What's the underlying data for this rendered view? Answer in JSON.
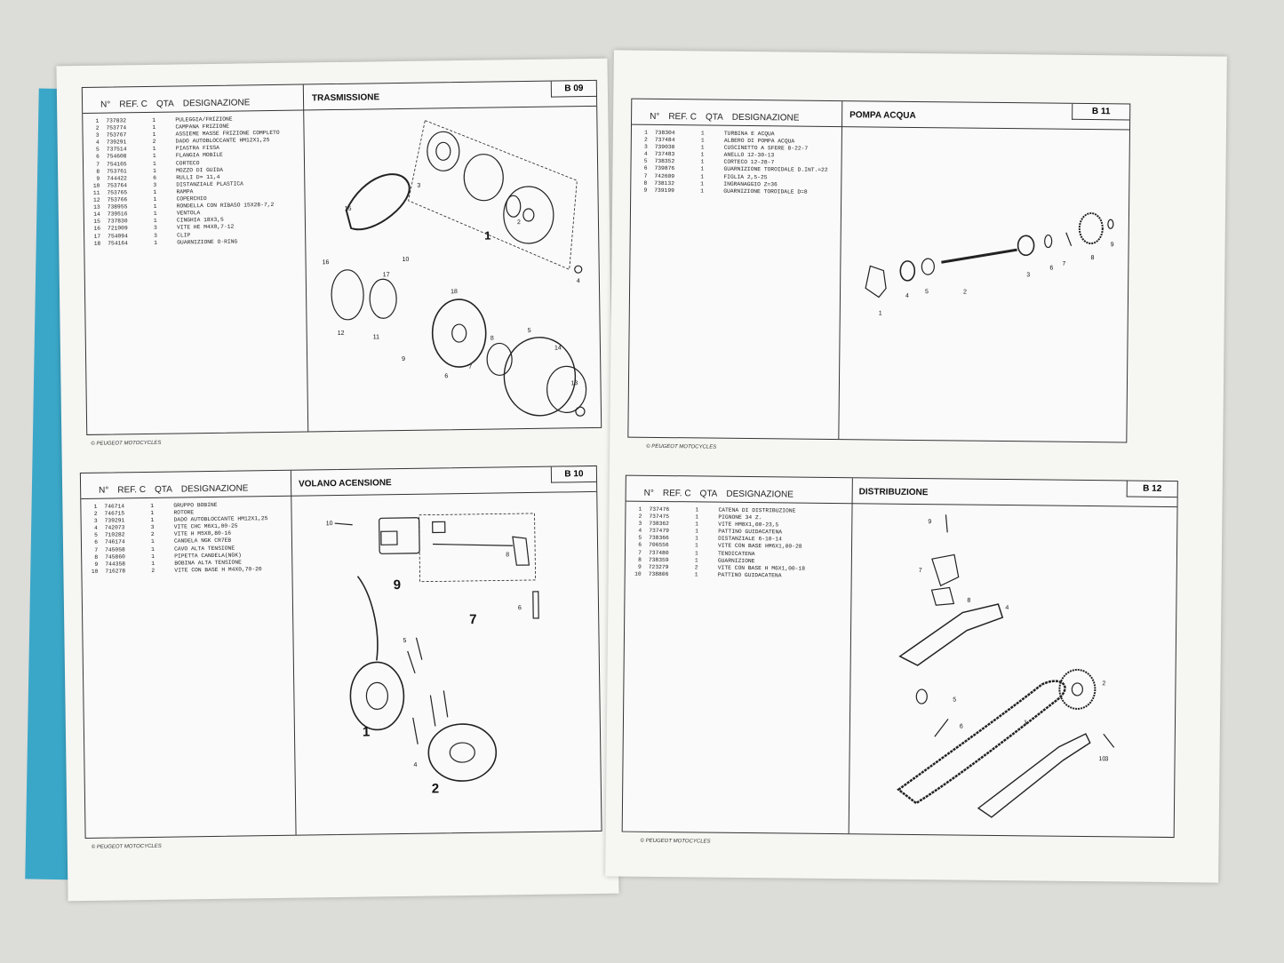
{
  "panels": [
    {
      "id": "b09",
      "title": "TRASMISSIONE",
      "code": "B 09",
      "headers": [
        "N°",
        "REF. C",
        "QTA",
        "DESIGNAZIONE"
      ],
      "footer": "© PEUGEOT MOTOCYCLES",
      "items": [
        {
          "n": "1",
          "ref": "737832",
          "qta": "1",
          "desc": "PULEGGIA/FRIZIONE"
        },
        {
          "n": "2",
          "ref": "753774",
          "qta": "1",
          "desc": "CAMPANA FRIZIONE"
        },
        {
          "n": "3",
          "ref": "753767",
          "qta": "1",
          "desc": "ASSIEME MASSE FRIZIONE COMPLETO"
        },
        {
          "n": "4",
          "ref": "739291",
          "qta": "2",
          "desc": "DADO AUTOBLOCCANTE HM12X1,25"
        },
        {
          "n": "5",
          "ref": "737514",
          "qta": "1",
          "desc": "PIASTRA FISSA"
        },
        {
          "n": "6",
          "ref": "754608",
          "qta": "1",
          "desc": "FLANGIA MOBILE"
        },
        {
          "n": "7",
          "ref": "754165",
          "qta": "1",
          "desc": "CORTECO"
        },
        {
          "n": "8",
          "ref": "753761",
          "qta": "1",
          "desc": "MOZZO DI GUIDA"
        },
        {
          "n": "9",
          "ref": "744422",
          "qta": "6",
          "desc": "RULLI D= 11,4"
        },
        {
          "n": "10",
          "ref": "753764",
          "qta": "3",
          "desc": "DISTANZIALE PLASTICA"
        },
        {
          "n": "11",
          "ref": "753765",
          "qta": "1",
          "desc": "RAMPA"
        },
        {
          "n": "12",
          "ref": "753766",
          "qta": "1",
          "desc": "COPERCHIO"
        },
        {
          "n": "13",
          "ref": "738955",
          "qta": "1",
          "desc": "RONDELLA CON RIBASO 15X28-7,2"
        },
        {
          "n": "14",
          "ref": "739516",
          "qta": "1",
          "desc": "VENTOLA"
        },
        {
          "n": "15",
          "ref": "737830",
          "qta": "1",
          "desc": "CINGHIA 18X3,5"
        },
        {
          "n": "16",
          "ref": "721009",
          "qta": "3",
          "desc": "VITE HE M4X0,7-12"
        },
        {
          "n": "17",
          "ref": "754094",
          "qta": "3",
          "desc": "CLIP"
        },
        {
          "n": "18",
          "ref": "754164",
          "qta": "1",
          "desc": "GUARNIZIONE O-RING"
        }
      ]
    },
    {
      "id": "b10",
      "title": "VOLANO ACENSIONE",
      "code": "B 10",
      "headers": [
        "N°",
        "REF. C",
        "QTA",
        "DESIGNAZIONE"
      ],
      "footer": "© PEUGEOT MOTOCYCLES",
      "items": [
        {
          "n": "1",
          "ref": "746714",
          "qta": "1",
          "desc": "GRUPPO BOBINE"
        },
        {
          "n": "2",
          "ref": "746715",
          "qta": "1",
          "desc": "ROTORE"
        },
        {
          "n": "3",
          "ref": "739291",
          "qta": "1",
          "desc": "DADO AUTOBLOCCANTE HM12X1,25"
        },
        {
          "n": "4",
          "ref": "742073",
          "qta": "3",
          "desc": "VITE CHC M6X1,00-25"
        },
        {
          "n": "5",
          "ref": "710282",
          "qta": "2",
          "desc": "VITE H M5X0,80-16"
        },
        {
          "n": "6",
          "ref": "746174",
          "qta": "1",
          "desc": "CANDELA NGK CR7EB"
        },
        {
          "n": "7",
          "ref": "745058",
          "qta": "1",
          "desc": "CAVO ALTA TENSIONE"
        },
        {
          "n": "8",
          "ref": "745860",
          "qta": "1",
          "desc": "PIPETTA CANDELA(NGK)"
        },
        {
          "n": "9",
          "ref": "744358",
          "qta": "1",
          "desc": "BOBINA ALTA TENSIONE"
        },
        {
          "n": "10",
          "ref": "716278",
          "qta": "2",
          "desc": "VITE CON BASE H M4X0,70-20"
        }
      ]
    },
    {
      "id": "b11",
      "title": "POMPA ACQUA",
      "code": "B 11",
      "headers": [
        "N°",
        "REF. C",
        "QTA",
        "DESIGNAZIONE"
      ],
      "footer": "© PEUGEOT MOTOCYCLES",
      "items": [
        {
          "n": "1",
          "ref": "738304",
          "qta": "1",
          "desc": "TURBINA E ACQUA"
        },
        {
          "n": "2",
          "ref": "737484",
          "qta": "1",
          "desc": "ALBERO DI POMPA ACQUA"
        },
        {
          "n": "3",
          "ref": "739030",
          "qta": "1",
          "desc": "CUSCINETTO A SFERE 8-22-7"
        },
        {
          "n": "4",
          "ref": "737483",
          "qta": "1",
          "desc": "ANELLO 12-30-13"
        },
        {
          "n": "5",
          "ref": "738352",
          "qta": "1",
          "desc": "CORTECO 12-28-7"
        },
        {
          "n": "6",
          "ref": "739876",
          "qta": "1",
          "desc": "GUARNIZIONE TOROIDALE D.INT.=22"
        },
        {
          "n": "7",
          "ref": "742609",
          "qta": "1",
          "desc": "FIGLIA 2,5-25"
        },
        {
          "n": "8",
          "ref": "738132",
          "qta": "1",
          "desc": "INGRANAGGIO Z=36"
        },
        {
          "n": "9",
          "ref": "739199",
          "qta": "1",
          "desc": "GUARNIZIONE TOROIDALE D=8"
        }
      ]
    },
    {
      "id": "b12",
      "title": "DISTRIBUZIONE",
      "code": "B 12",
      "headers": [
        "N°",
        "REF. C",
        "QTA",
        "DESIGNAZIONE"
      ],
      "footer": "© PEUGEOT MOTOCYCLES",
      "items": [
        {
          "n": "1",
          "ref": "737476",
          "qta": "1",
          "desc": "CATENA DI DISTRIBUZIONE"
        },
        {
          "n": "2",
          "ref": "737475",
          "qta": "1",
          "desc": "PIGNONE 34 Z."
        },
        {
          "n": "3",
          "ref": "738362",
          "qta": "1",
          "desc": "VITE HM8X1,00-23,5"
        },
        {
          "n": "4",
          "ref": "737479",
          "qta": "1",
          "desc": "PATTINO GUIDACATENA"
        },
        {
          "n": "5",
          "ref": "738366",
          "qta": "1",
          "desc": "DISTANZIALE 6-10-14"
        },
        {
          "n": "6",
          "ref": "706556",
          "qta": "1",
          "desc": "VITE CON BASE HM6X1,00-28"
        },
        {
          "n": "7",
          "ref": "737480",
          "qta": "1",
          "desc": "TENDICATENA"
        },
        {
          "n": "8",
          "ref": "738359",
          "qta": "1",
          "desc": "GUARNIZIONE"
        },
        {
          "n": "9",
          "ref": "723279",
          "qta": "2",
          "desc": "VITE CON BASE H M6X1,00-18"
        },
        {
          "n": "10",
          "ref": "738806",
          "qta": "1",
          "desc": "PATTINO GUIDACATENA"
        }
      ]
    }
  ],
  "callouts": {
    "b09": [
      "1",
      "2",
      "3",
      "4",
      "5",
      "6",
      "7",
      "8",
      "9",
      "10",
      "11",
      "12",
      "13",
      "14",
      "15",
      "16",
      "17",
      "18"
    ],
    "b10": [
      "1",
      "2",
      "4",
      "5",
      "6",
      "7",
      "8",
      "9",
      "10"
    ],
    "b11": [
      "1",
      "2",
      "3",
      "4",
      "5",
      "6",
      "7",
      "8",
      "9"
    ],
    "b12": [
      "1",
      "2",
      "3",
      "4",
      "5",
      "6",
      "7",
      "8",
      "9",
      "10"
    ]
  }
}
